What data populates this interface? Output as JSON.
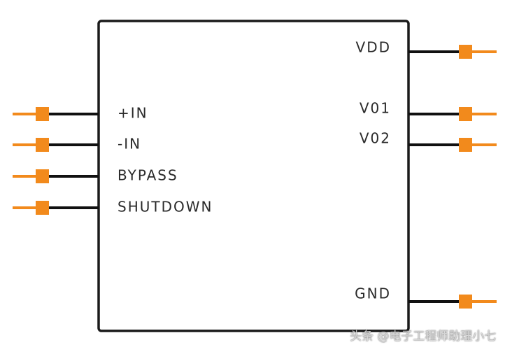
{
  "colors": {
    "body_outline": "#1a1a1a",
    "wire": "#111111",
    "pin": "#f28a1c",
    "label": "#2a2a2a"
  },
  "left_pins": [
    {
      "id": "plus-in",
      "label": "+IN"
    },
    {
      "id": "minus-in",
      "label": "-IN"
    },
    {
      "id": "bypass",
      "label": "BYPASS"
    },
    {
      "id": "shutdown",
      "label": "SHUTDOWN"
    }
  ],
  "right_pins": [
    {
      "id": "vdd",
      "label": "VDD"
    },
    {
      "id": "vo1",
      "label": "V01"
    },
    {
      "id": "vo2",
      "label": "V02"
    },
    {
      "id": "gnd",
      "label": "GND"
    }
  ],
  "watermark": "头条 @电子工程师助理小七"
}
